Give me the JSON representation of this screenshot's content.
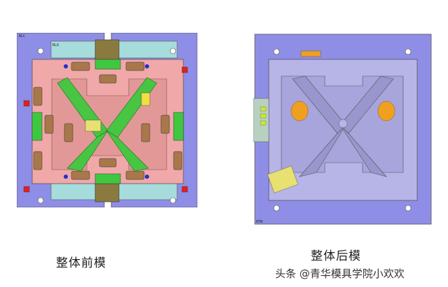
{
  "figures": [
    {
      "id": "front",
      "caption": "整体前模",
      "labels": {
        "corner": "RLC",
        "plate": "RLO"
      }
    },
    {
      "id": "rear",
      "caption": "整体后模",
      "labels": {
        "corner": "RTN"
      }
    }
  ],
  "watermark": "头条 @青华模具学院小欢欢",
  "colors": {
    "clamp_plate": "#8f8ee6",
    "cavity_plate": "#f0a8a8",
    "core_plate": "#b7b4e8",
    "slider_green": "#3fc83f",
    "insert_brown": "#a8784a",
    "water_plate": "#a6dcdc",
    "orange_lifter": "#f0a020",
    "yellow_block": "#e8e070"
  }
}
